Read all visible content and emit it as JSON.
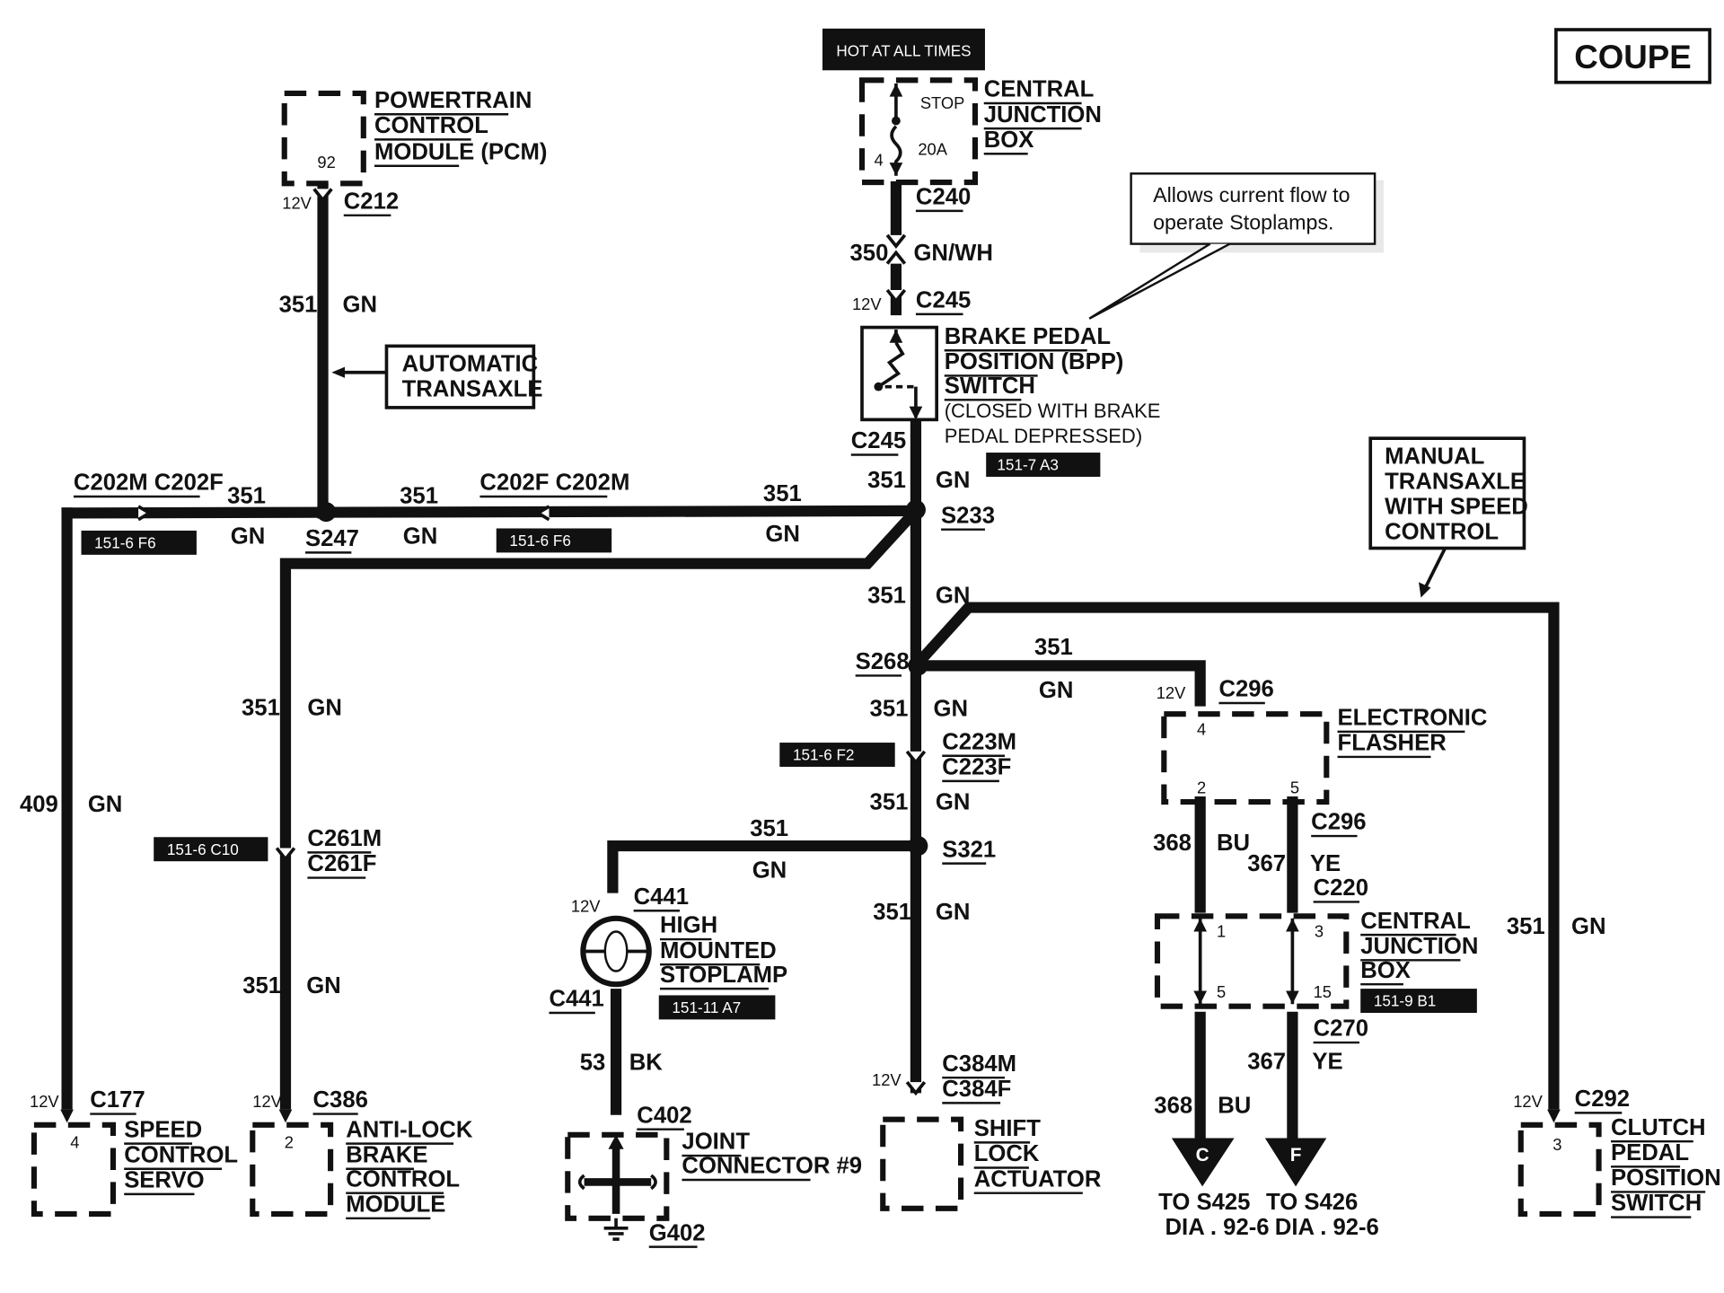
{
  "header": {
    "model_badge": "COUPE",
    "hot_label": "HOT AT ALL TIMES"
  },
  "callouts": {
    "note": [
      "Allows current flow to",
      "operate Stoplamps."
    ],
    "automatic": [
      "AUTOMATIC",
      "TRANSAXLE"
    ],
    "manual": [
      "MANUAL",
      "TRANSAXLE",
      "WITH SPEED",
      "CONTROL"
    ]
  },
  "components": {
    "cjb_top": {
      "name": [
        "CENTRAL",
        "JUNCTION",
        "BOX"
      ],
      "fuse": "STOP",
      "rating": "20A",
      "pin": "4"
    },
    "pcm": {
      "name": [
        "POWERTRAIN",
        "CONTROL",
        "MODULE (PCM)"
      ],
      "pin": "92"
    },
    "bpp": {
      "name": [
        "BRAKE PEDAL",
        "POSITION (BPP)",
        "SWITCH"
      ],
      "note": [
        "(CLOSED WITH BRAKE",
        "PEDAL DEPRESSED)"
      ]
    },
    "flasher": {
      "name": [
        "ELECTRONIC",
        "FLASHER"
      ],
      "pins": [
        "4",
        "2",
        "5"
      ]
    },
    "cjb_low": {
      "name": [
        "CENTRAL",
        "JUNCTION",
        "BOX"
      ],
      "pins": [
        "1",
        "3",
        "5",
        "15"
      ]
    },
    "hmsl": {
      "name": [
        "HIGH",
        "MOUNTED",
        "STOPLAMP"
      ]
    },
    "speed_servo": {
      "name": [
        "SPEED",
        "CONTROL",
        "SERVO"
      ],
      "pin": "4"
    },
    "abs": {
      "name": [
        "ANTI-LOCK",
        "BRAKE",
        "CONTROL",
        "MODULE"
      ],
      "pin": "2"
    },
    "jc9": {
      "name": [
        "JOINT",
        "CONNECTOR #9"
      ]
    },
    "shift": {
      "name": [
        "SHIFT",
        "LOCK",
        "ACTUATOR"
      ]
    },
    "clutch": {
      "name": [
        "CLUTCH",
        "PEDAL",
        "POSITION",
        "SWITCH"
      ],
      "pin": "3"
    }
  },
  "connectors": {
    "C240": "C240",
    "C245a": "C245",
    "C245b": "C245",
    "C212": "C212",
    "C202L": "C202M C202F",
    "C202R": "C202F C202M",
    "S247": "S247",
    "S233": "S233",
    "S268": "S268",
    "S321": "S321",
    "C296a": "C296",
    "C296b": "C296",
    "C220": "C220",
    "C270": "C270",
    "C223": [
      "C223M",
      "C223F"
    ],
    "C261": [
      "C261M",
      "C261F"
    ],
    "C441a": "C441",
    "C441b": "C441",
    "C402": "C402",
    "G402": "G402",
    "C384": [
      "C384M",
      "C384F"
    ],
    "C177": "C177",
    "C386": "C386",
    "C292": "C292"
  },
  "voltage": "12V",
  "wires": {
    "c351": "351",
    "gn": "GN",
    "c350": "350",
    "gnwh": "GN/WH",
    "c409": "409",
    "c368": "368",
    "bu": "BU",
    "c367": "367",
    "ye": "YE",
    "c53": "53",
    "bk": "BK"
  },
  "refs": {
    "r1": "151-7 A3",
    "r2": "151-6 F6",
    "r3": "151-6 F6",
    "r4": "151-6 F2",
    "r5": "151-6 C10",
    "r6": "151-11 A7",
    "r7": "151-9 B1"
  },
  "destinations": {
    "C": {
      "letter": "C",
      "to": "TO S425",
      "dia": "DIA . 92-6"
    },
    "F": {
      "letter": "F",
      "to": "TO S426",
      "dia": "DIA . 92-6"
    }
  }
}
